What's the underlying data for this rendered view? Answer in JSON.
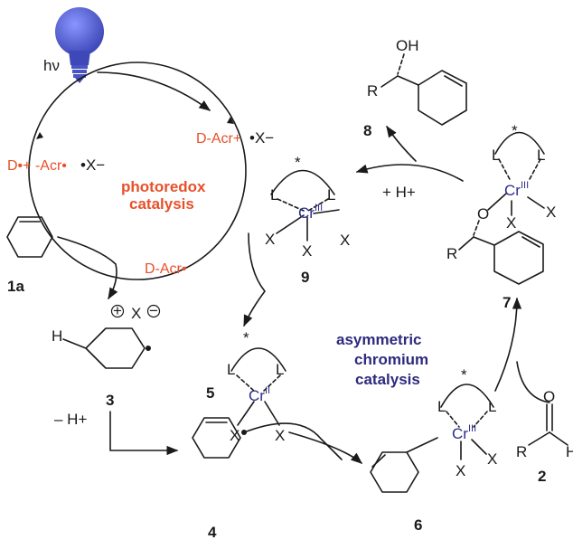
{
  "light": {
    "label": "hν"
  },
  "photocatalyst": {
    "radical_cation": "D•+ -Acr•",
    "counterion": "•X−",
    "oxidized": "D-Acr+",
    "reduced": "D-Acr•",
    "cycle_label_line1": "photoredox",
    "cycle_label_line2": "catalysis"
  },
  "chromium_cycle": {
    "label_line1": "asymmetric",
    "label_line2": "chromium",
    "label_line3": "catalysis",
    "proton_add": "+ H+",
    "proton_loss": "– H+"
  },
  "compounds": {
    "c1a": "1a",
    "c2": "2",
    "c3": "3",
    "c4": "4",
    "c5": "5",
    "c6": "6",
    "c7": "7",
    "c8": "8",
    "c9": "9"
  },
  "atoms": {
    "L": "L",
    "X": "X",
    "Cr": "Cr",
    "CrII": "II",
    "CrIII": "III",
    "O": "O",
    "OH": "OH",
    "R": "R",
    "H": "H",
    "star": "*",
    "plus": "+",
    "minus": "−"
  },
  "colors": {
    "photoredox": "#e8502a",
    "chromium": "#2e2a7d",
    "cr_atom": "#2d2d8f",
    "bulb": "#5060d0"
  }
}
